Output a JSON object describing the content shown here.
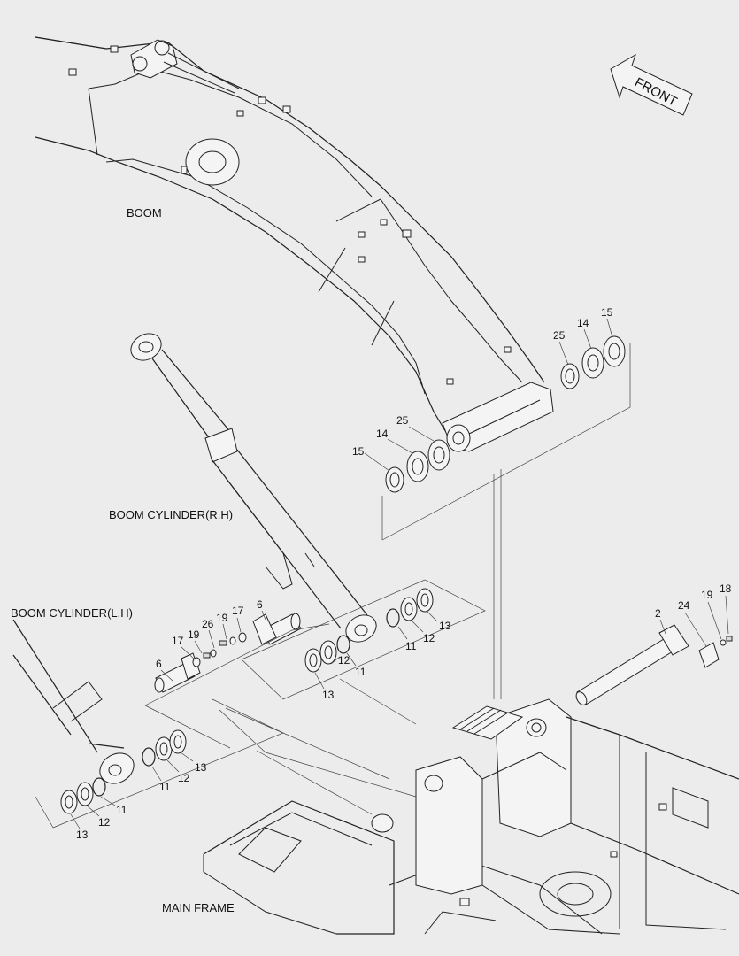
{
  "labels": {
    "boom": "BOOM",
    "boom_cylinder_rh": "BOOM CYLINDER(R.H)",
    "boom_cylinder_lh": "BOOM CYLINDER(L.H)",
    "main_frame": "MAIN FRAME",
    "front": "FRONT"
  },
  "callouts": {
    "top_right_25": "25",
    "top_right_14": "14",
    "top_right_15": "15",
    "mid_15": "15",
    "mid_14": "14",
    "mid_25": "25",
    "pin_6a": "6",
    "pin_6b": "6",
    "bolt_17a": "17",
    "bolt_19a": "19",
    "bolt_26": "26",
    "bolt_19b": "19",
    "bolt_17b": "17",
    "rh_11": "11",
    "rh_12": "12",
    "rh_13": "13",
    "rhb_13": "13",
    "rhb_12": "12",
    "rhb_11": "11",
    "lh_11": "11",
    "lh_12": "12",
    "lh_13": "13",
    "lhb_13": "13",
    "lhb_12": "12",
    "lhb_11": "11",
    "pin_2": "2",
    "plate_24": "24",
    "bolt_19c": "19",
    "bolt_18": "18"
  }
}
